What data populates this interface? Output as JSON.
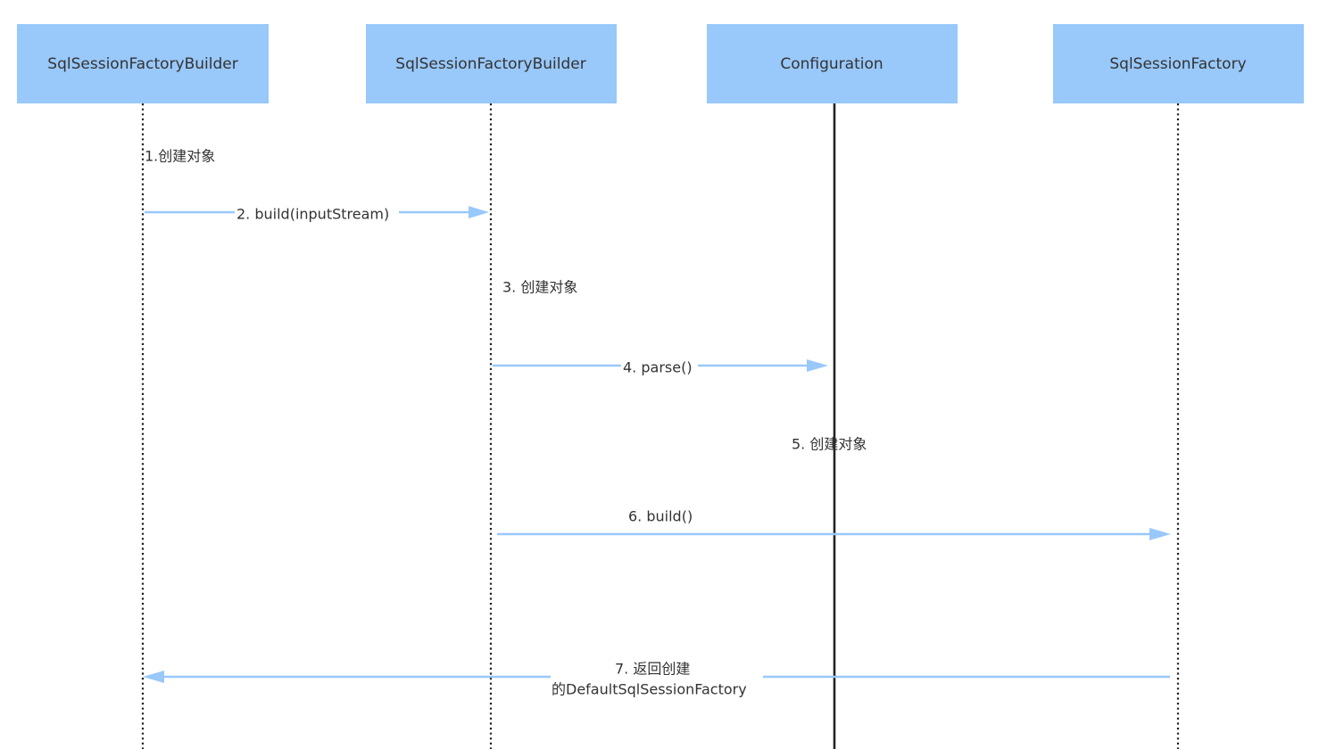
{
  "participants": [
    {
      "id": "p1",
      "label": "SqlSessionFactoryBuilder",
      "lifeline": "dotted"
    },
    {
      "id": "p2",
      "label": "SqlSessionFactoryBuilder",
      "lifeline": "dotted"
    },
    {
      "id": "p3",
      "label": "Configuration",
      "lifeline": "solid"
    },
    {
      "id": "p4",
      "label": "SqlSessionFactory",
      "lifeline": "dotted"
    }
  ],
  "messages": [
    {
      "id": "m1",
      "label": "1.创建对象",
      "kind": "note",
      "at": "p1"
    },
    {
      "id": "m2",
      "label": "2. build(inputStream)",
      "kind": "arrow",
      "from": "p1",
      "to": "p2"
    },
    {
      "id": "m3",
      "label": "3. 创建对象",
      "kind": "note",
      "at": "p2"
    },
    {
      "id": "m4",
      "label": "4. parse()",
      "kind": "arrow",
      "from": "p2",
      "to": "p3"
    },
    {
      "id": "m5",
      "label": "5. 创建对象",
      "kind": "note",
      "at": "p3"
    },
    {
      "id": "m6",
      "label": "6. build()",
      "kind": "arrow",
      "from": "p2",
      "to": "p4"
    },
    {
      "id": "m7",
      "label_lines": [
        "7. 返回创建",
        "的DefaultSqlSessionFactory"
      ],
      "kind": "arrow",
      "from": "p4",
      "to": "p1"
    }
  ],
  "colors": {
    "box_fill": "#99c8fa",
    "arrow": "#99c8fa",
    "lifeline": "#222222",
    "text": "#333333"
  }
}
